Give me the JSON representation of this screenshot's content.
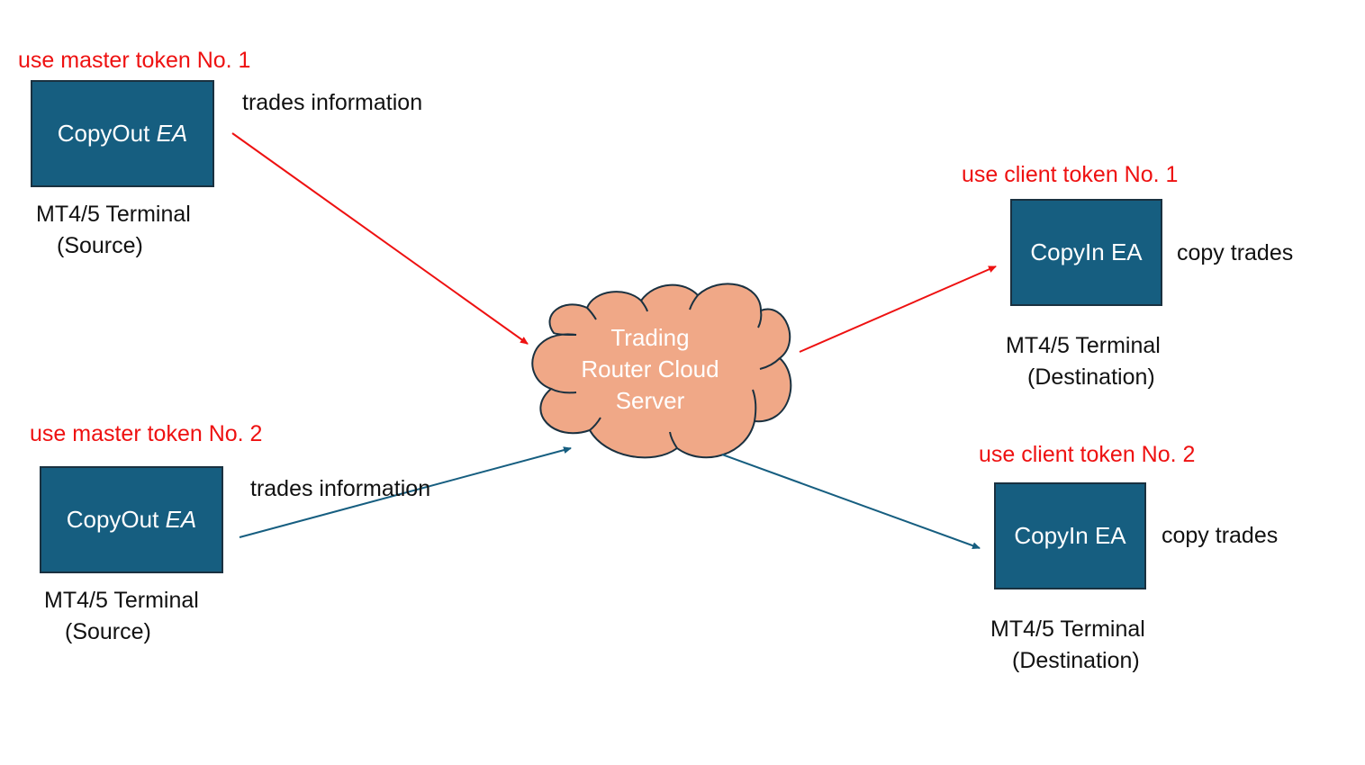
{
  "colors": {
    "box_fill": "#165e80",
    "cloud_fill": "#f0a887",
    "red_arrow": "#ee1111",
    "blue_arrow": "#165e80",
    "token_label": "#ee1111"
  },
  "cloud": {
    "line1": "Trading",
    "line2": "Router Cloud",
    "line3": "Server",
    "icon": "cloud-shape"
  },
  "source1": {
    "token_label": "use master token No. 1",
    "box_name": "CopyOut ",
    "box_suffix": "EA",
    "terminal_line1": "MT4/5 Terminal",
    "terminal_line2": "(Source)",
    "arrow_label": "trades information"
  },
  "source2": {
    "token_label": "use master token No. 2",
    "box_name": "CopyOut ",
    "box_suffix": "EA",
    "terminal_line1": "MT4/5 Terminal",
    "terminal_line2": "(Source)",
    "arrow_label": "trades information"
  },
  "dest1": {
    "token_label": "use client token No. 1",
    "box_label": "CopyIn EA",
    "action_label": "copy trades",
    "terminal_line1": "MT4/5 Terminal",
    "terminal_line2": "(Destination)"
  },
  "dest2": {
    "token_label": "use client token No. 2",
    "box_label": "CopyIn EA",
    "action_label": "copy trades",
    "terminal_line1": "MT4/5 Terminal",
    "terminal_line2": "(Destination)"
  }
}
